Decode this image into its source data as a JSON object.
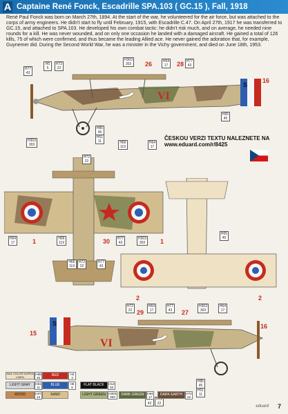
{
  "header": {
    "badge": "A",
    "title": "Captaine René Fonck, Escadrille SPA.103 ( GC.15 ), Fall, 1918"
  },
  "bio": "René Paul Fonck was born on March 27th, 1894. At the start of the war, he volunteered for the air force, but was attached to the corps of army engineers. He didn't start to fly until February, 1915, with Escadrille C.47. On April 27th, 1917 he was transferred to GC.15, and attached to SPA.103. He developed his own combat tactic: he didn't risk much, and on average, he needed nine rounds for a kill. He was never wounded, and on only one occasion he landed with a damaged aircraft. He gained a total of 126 kills, 75 of which were confirmed, and thus became the leading Allied ace. He never gained the adoration that, for example, Guynemer did. During the Second World War, he was a minister in the Vichy government, and died on June 18th, 1953.",
  "czech_note": {
    "line1": "ČESKOU VERZI TEXTU NALEZNETE NA",
    "line2": "www.eduard.com/r/8425"
  },
  "callouts": [
    {
      "id": "c1",
      "lines": [
        "H77",
        "43"
      ]
    },
    {
      "id": "c2",
      "lines": [
        "H5",
        "5"
      ]
    },
    {
      "id": "c3",
      "lines": [
        "H72",
        "22"
      ]
    },
    {
      "id": "c4",
      "lines": [
        "H303",
        "303"
      ]
    },
    {
      "id": "c5",
      "lines": [
        "H64",
        "17"
      ]
    },
    {
      "id": "c6",
      "lines": [
        "H77",
        "43"
      ]
    },
    {
      "id": "c7",
      "lines": [
        "H85",
        "45"
      ]
    },
    {
      "id": "c8",
      "lines": [
        "H51",
        "11"
      ]
    },
    {
      "id": "c9",
      "lines": [
        "H65",
        "45"
      ]
    },
    {
      "id": "c10",
      "lines": [
        "H303",
        "303"
      ]
    },
    {
      "id": "c11",
      "lines": [
        "H66",
        "119"
      ]
    },
    {
      "id": "c12",
      "lines": [
        "H64",
        "17"
      ]
    },
    {
      "id": "c13",
      "lines": [
        "H72",
        "22"
      ]
    },
    {
      "id": "c14",
      "lines": [
        "H64",
        "17"
      ]
    },
    {
      "id": "c15",
      "lines": [
        "H66",
        "119"
      ]
    },
    {
      "id": "c16",
      "lines": [
        "H77",
        "43"
      ]
    },
    {
      "id": "c17",
      "lines": [
        "H303",
        "303"
      ]
    },
    {
      "id": "c18",
      "lines": [
        "H65",
        "45"
      ]
    },
    {
      "id": "c19",
      "lines": [
        "H66",
        "119"
      ]
    },
    {
      "id": "c20",
      "lines": [
        "H72",
        "22"
      ]
    },
    {
      "id": "c21",
      "lines": [
        "H77",
        "43"
      ]
    },
    {
      "id": "c22",
      "lines": [
        "H72",
        "22"
      ]
    },
    {
      "id": "c23",
      "lines": [
        "H64",
        "17"
      ]
    },
    {
      "id": "c24",
      "lines": [
        "H77",
        "43"
      ]
    },
    {
      "id": "c25",
      "lines": [
        "H303",
        "303"
      ]
    },
    {
      "id": "c26",
      "lines": [
        "H64",
        "17"
      ]
    },
    {
      "id": "c27",
      "lines": [
        "H85",
        "45"
      ]
    },
    {
      "id": "c28",
      "lines": [
        "H51",
        "11"
      ]
    },
    {
      "id": "c29",
      "lines": [
        "H77",
        "43"
      ]
    },
    {
      "id": "c30",
      "lines": [
        "H72",
        "22"
      ]
    }
  ],
  "numbers": [
    {
      "id": "n1",
      "text": "26"
    },
    {
      "id": "n2",
      "text": "28"
    },
    {
      "id": "n3",
      "text": "16"
    },
    {
      "id": "n4",
      "text": "1"
    },
    {
      "id": "n5",
      "text": "30"
    },
    {
      "id": "n6",
      "text": "1"
    },
    {
      "id": "n7",
      "text": "2"
    },
    {
      "id": "n8",
      "text": "2"
    },
    {
      "id": "n9",
      "text": "15"
    },
    {
      "id": "n10",
      "text": "29"
    },
    {
      "id": "n11",
      "text": "27"
    },
    {
      "id": "n12",
      "text": "16"
    }
  ],
  "legend": {
    "swatches": [
      {
        "label": "SAIL COLOR DOPED LINEN",
        "color": "#efe2c4"
      },
      {
        "label": "LIGHT GRAY",
        "color": "#d6d6d6"
      },
      {
        "label": "WOOD",
        "color": "#c98a4f"
      },
      {
        "label": "SAND",
        "color": "#d9c28c"
      },
      {
        "label": "BLUE",
        "color": "#2d5fb0"
      },
      {
        "label": "RED",
        "color": "#c62a1e"
      },
      {
        "label": "LIGHT GREEN",
        "color": "#a8b27a"
      },
      {
        "label": "FLAT BLACK",
        "color": "#111111"
      },
      {
        "label": "DARK GREEN",
        "color": "#5b6a3a"
      },
      {
        "label": "DARK EARTH",
        "color": "#6b4c34"
      }
    ],
    "codes": [
      {
        "lines": [
          "H85",
          "45"
        ]
      },
      {
        "lines": [
          "H51",
          "11"
        ]
      },
      {
        "lines": [
          "H37",
          "13"
        ]
      },
      {
        "lines": [
          "H5",
          "5"
        ]
      },
      {
        "lines": [
          "H3",
          "3"
        ]
      },
      {
        "lines": [
          "H12",
          "33"
        ]
      },
      {
        "lines": [
          "H303",
          "303"
        ]
      },
      {
        "lines": [
          "H64",
          "17"
        ]
      },
      {
        "lines": [
          "H72",
          "22"
        ]
      }
    ]
  },
  "brand": "eduard",
  "page_number": "7"
}
